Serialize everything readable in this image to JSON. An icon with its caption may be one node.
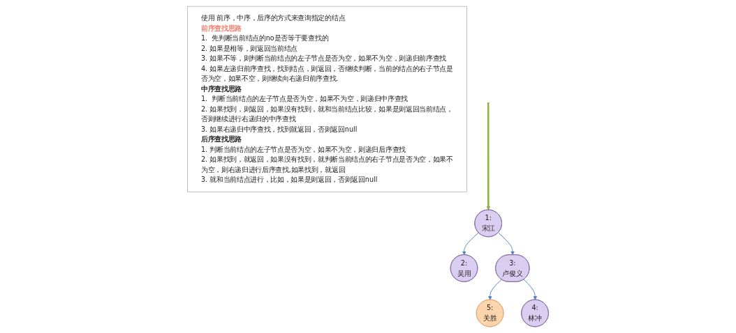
{
  "diagram": {
    "nodes": [
      {
        "text": [
          "1:",
          "宋江"
        ]
      },
      {
        "text": [
          "2:",
          "吴用"
        ]
      },
      {
        "text": [
          "3:",
          "卢俊义"
        ]
      },
      {
        "text": [
          "5:",
          "关胜"
        ]
      },
      {
        "text": [
          "4:",
          "林冲"
        ]
      },
      {
        "text": [
          "使用 前序，中序，后序的方式来查询指定的结点",
          "前序查找思路",
          "1.  先判断当前结点的no是否等于要查找的",
          "2. 如果是相等，则返回当前结点",
          "3. 如果不等，则判断当前结点的左子节点是否为空，如果不为空，则递归前序查找",
          "4. 如果左递归前序查找，找到结点，则返回，否继续判断，当前的结点的右子节点是否为空，如果不空，则继续向右递归前序查找.",
          "中序查找思路",
          "1.  判断当前结点的左子节点是否为空，如果不为空，则递归中序查找",
          "2. 如果找到，则返回，如果没有找到，就和当前结点比较，如果是则返回当前结点，否则继续进行右递归的中序查找",
          "3. 如果右递归中序查找，找到就返回，否则返回null",
          "后序查找思路",
          "1. 判断当前结点的左子节点是否为空，如果不为空，则递归后序查找",
          "2. 如果找到，就返回，如果没有找到，就判断当前结点的右子节点是否为空，如果不为空，则右递归进行后序查找,如果找到，就返回",
          "3. 就和当前结点进行，比如，如果是则返回，否则返回null"
        ]
      }
    ],
    "edges": [
      {
        "from": null,
        "to": 0,
        "arrow": "to",
        "style": "thick",
        "color": "#8db33a"
      },
      {
        "from": 0,
        "to": 1,
        "arrow": "to"
      },
      {
        "from": 0,
        "to": 2,
        "arrow": "to"
      },
      {
        "from": 2,
        "to": 3,
        "arrow": "to"
      },
      {
        "from": 2,
        "to": 4,
        "arrow": "to"
      }
    ]
  }
}
